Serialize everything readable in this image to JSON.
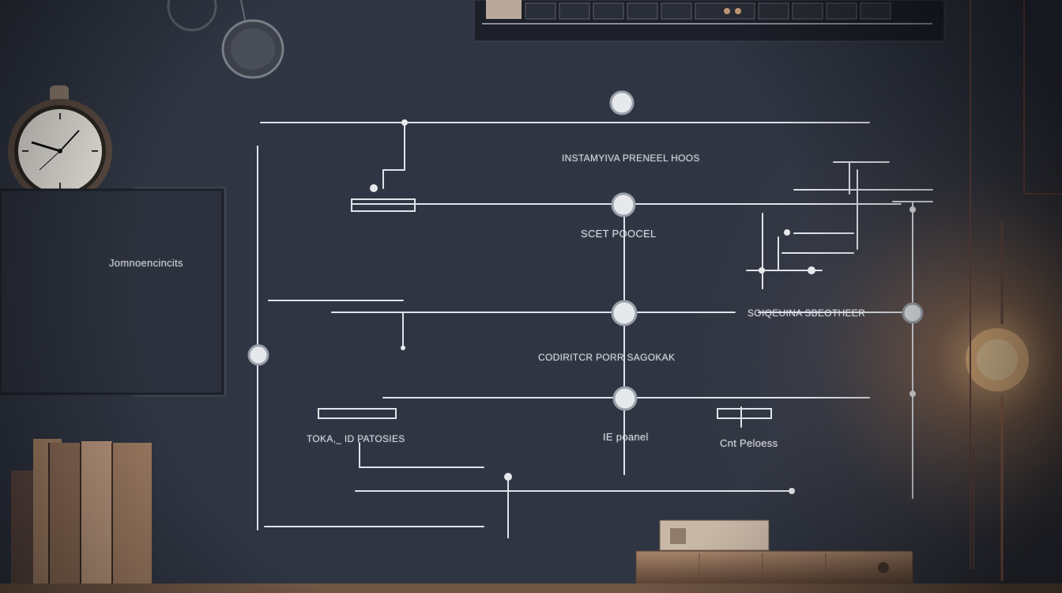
{
  "scene": {
    "wall_color": "#2e3440",
    "chalk_color": "#dfe3ea",
    "lamp_glow_color": "#f3c48a",
    "wood_color": "#8a6a4f"
  },
  "diagram": {
    "labels": {
      "top": "INSTAMYIVA PRENEEL HOOS",
      "second": "SCET POOCEL",
      "right": "SOIQEUINA SBEOTHEER",
      "middle": "CODIRITCR PORR SAGOKAK",
      "left_bottom": "TOKA,_ ID PATOSIES",
      "center_bottom": "IE poanel",
      "right_bottom": "Cnt Peloess"
    }
  },
  "frame_label": "Jomnoencincits",
  "icons": [
    "clock-icon",
    "lamp-icon",
    "books-icon",
    "device-icon"
  ]
}
